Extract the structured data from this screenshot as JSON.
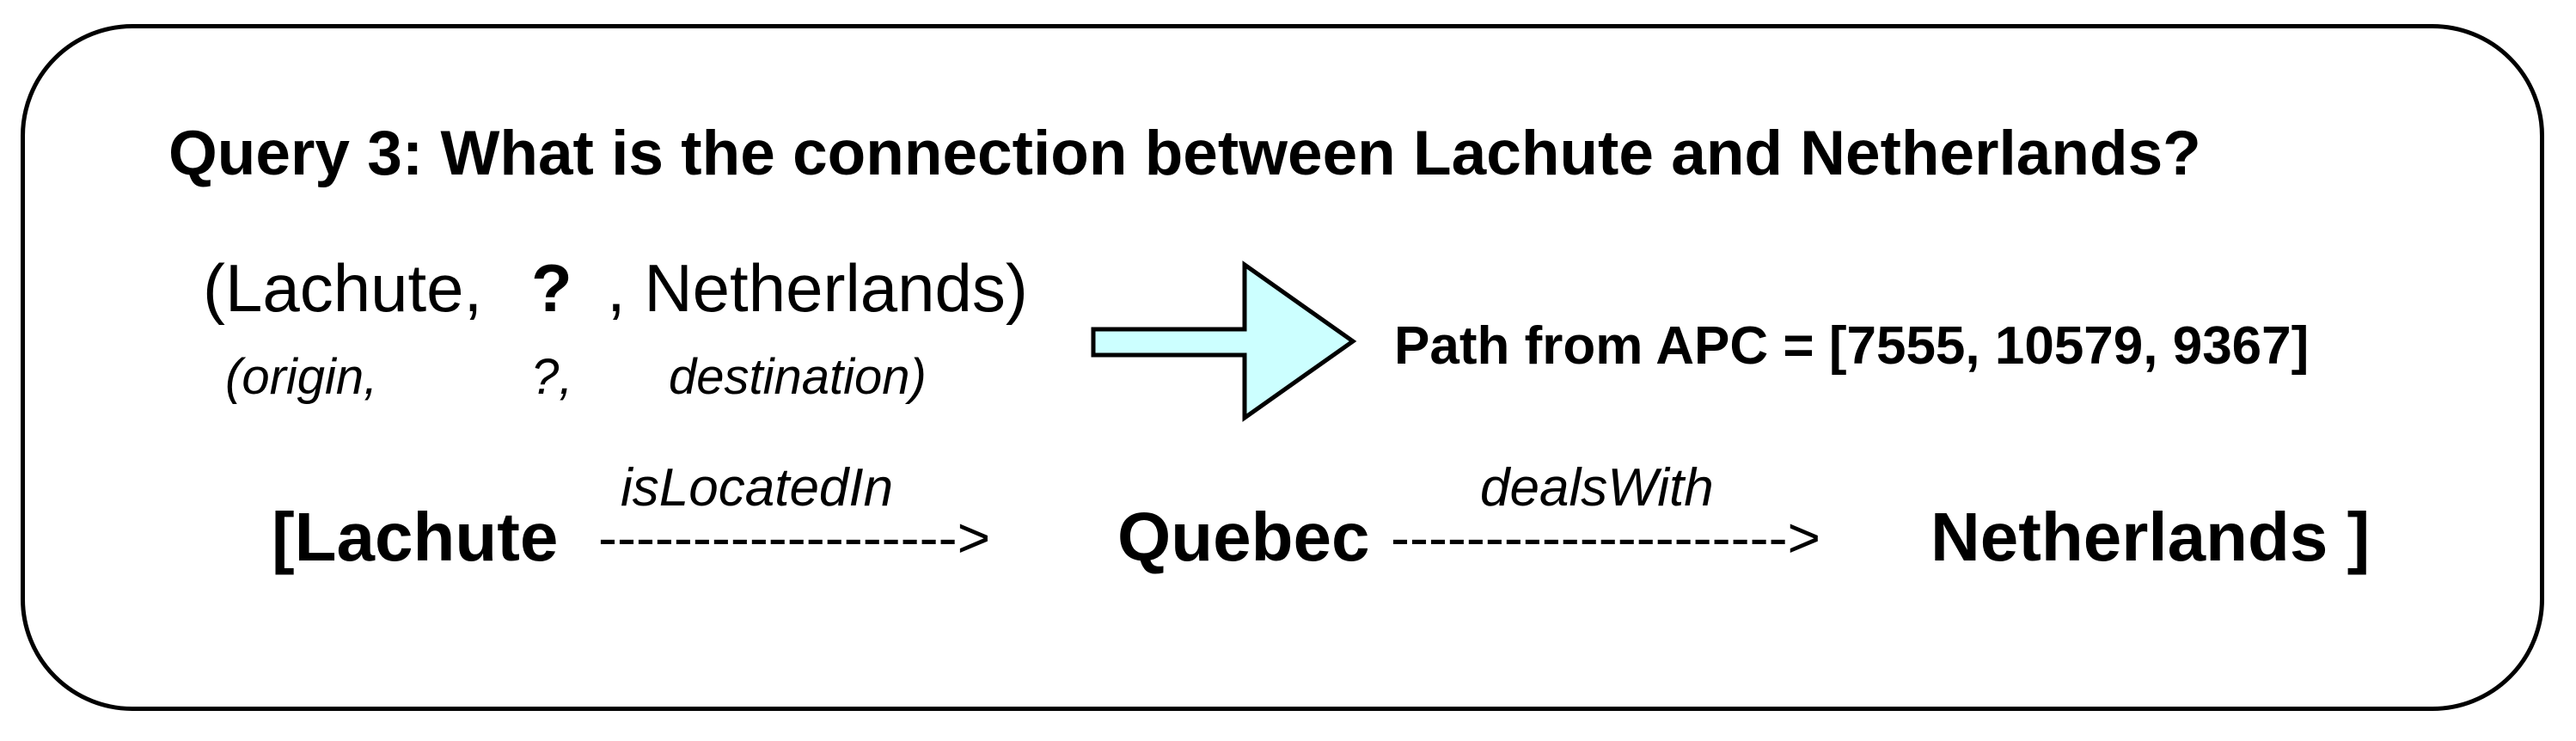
{
  "query_title": "Query 3: What is the connection between Lachute and Netherlands?",
  "triple": {
    "origin": "(Lachute,",
    "relation": "?",
    "destination": ", Netherlands)"
  },
  "roles": {
    "origin": "(origin,",
    "relation": "?,",
    "destination": "destination)"
  },
  "apc_result": "Path from APC = [7555, 10579, 9367]",
  "path": {
    "start": "[Lachute",
    "edge1_label": "isLocatedIn",
    "edge1_arrow": "------------------->",
    "middle": "Quebec",
    "edge2_label": "dealsWith",
    "edge2_arrow": "--------------------->",
    "end": "Netherlands ]"
  },
  "colors": {
    "arrow_fill": "#ccffff",
    "stroke": "#000000",
    "background": "#ffffff"
  },
  "icons": {
    "arrow": "right-arrow-icon"
  }
}
